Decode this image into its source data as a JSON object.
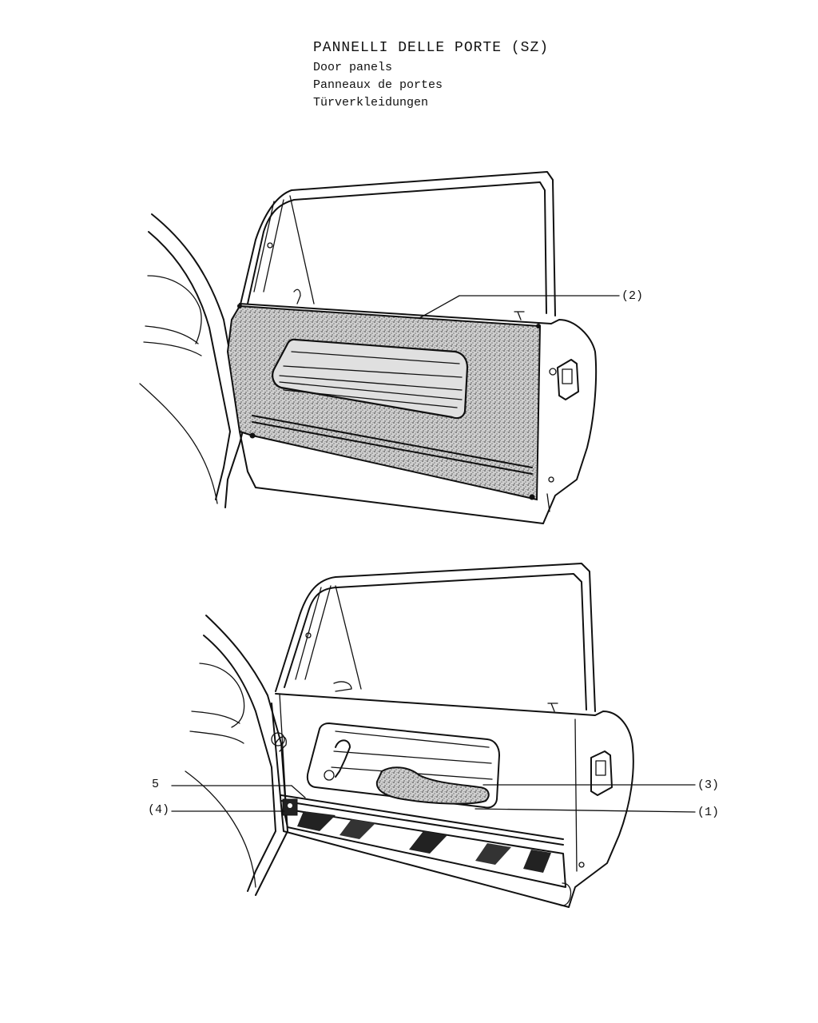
{
  "heading": {
    "title": "PANNELLI DELLE PORTE (SZ)",
    "english": "Door panels",
    "french": "Panneaux de portes",
    "german": "Türverkleidungen"
  },
  "callouts": {
    "panel": "(2)",
    "trim_3": "(3)",
    "trim_1": "(1)",
    "part_5": "5",
    "part_4": "(4)"
  }
}
